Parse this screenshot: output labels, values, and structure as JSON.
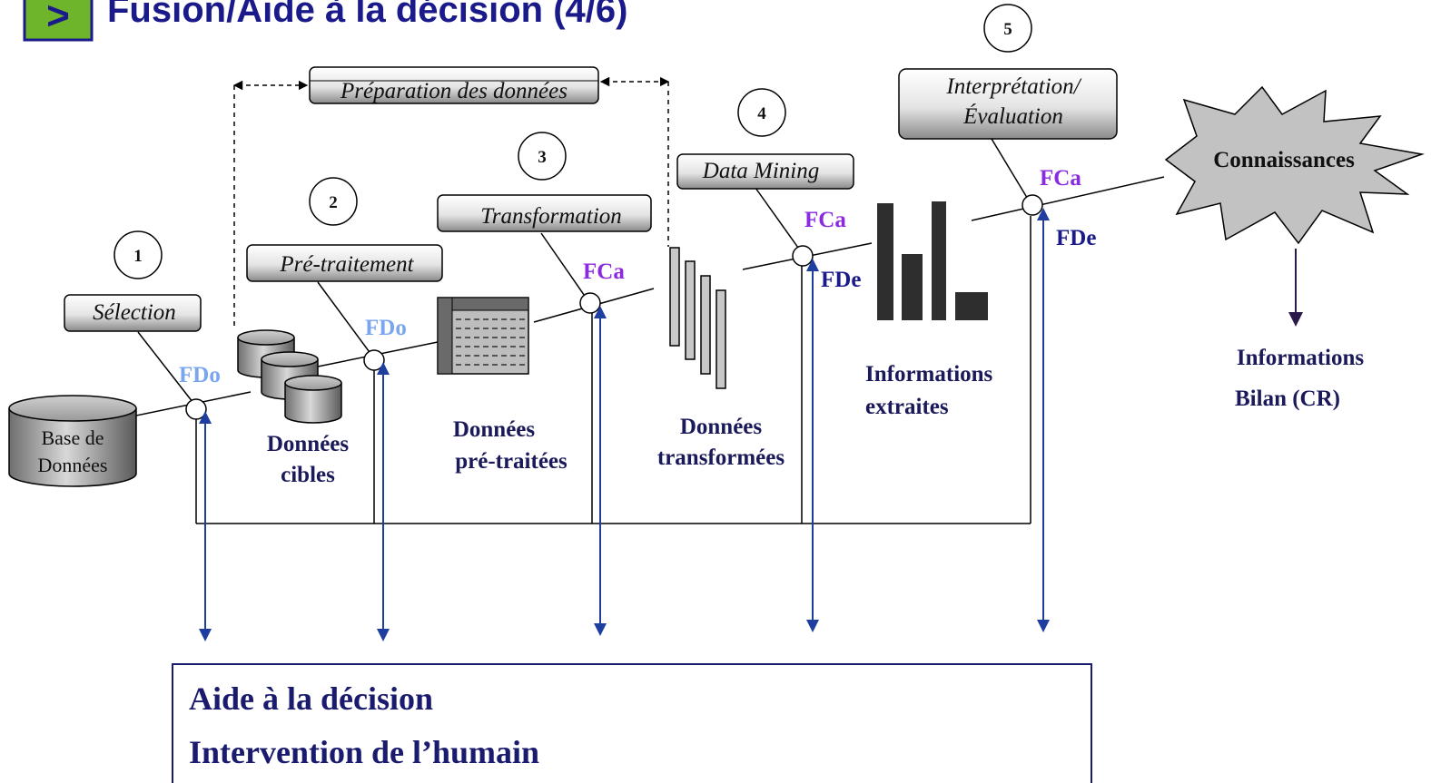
{
  "header": {
    "icon_glyph": ">",
    "title": "Fusion/Aide à la décision (4/6)"
  },
  "colors": {
    "title": "#1a1a8a",
    "fdo": "#7aa6f0",
    "fca": "#8a2be2",
    "fde": "#1a1a8a",
    "arrow": "#1f3fa0",
    "icon_bg": "#6fb52c"
  },
  "steps": [
    {
      "number": "1",
      "label": "Sélection"
    },
    {
      "number": "2",
      "label": "Pré-traitement"
    },
    {
      "number": "3",
      "label": "Transformation"
    },
    {
      "number": "4",
      "label": "Data Mining"
    },
    {
      "number": "5",
      "label_line1": "Interprétation/",
      "label_line2": "Évaluation"
    }
  ],
  "prep_label": "Préparation des données",
  "nodes": {
    "database_line1": "Base de",
    "database_line2": "Données",
    "target_line1": "Données",
    "target_line2": "cibles",
    "preprocessed_line1": "Données",
    "preprocessed_line2": "pré-traitées",
    "transformed_line1": "Données",
    "transformed_line2": "transformées",
    "extracted_line1": "Informations",
    "extracted_line2": "extraites",
    "knowledge": "Connaissances",
    "report_line1": "Informations",
    "report_line2": "Bilan (CR)"
  },
  "fusion_labels": {
    "fdo": "FDo",
    "fca": "FCa",
    "fde": "FDe"
  },
  "bottom_box": {
    "line1": "Aide à la décision",
    "line2": "Intervention de l’humain"
  }
}
